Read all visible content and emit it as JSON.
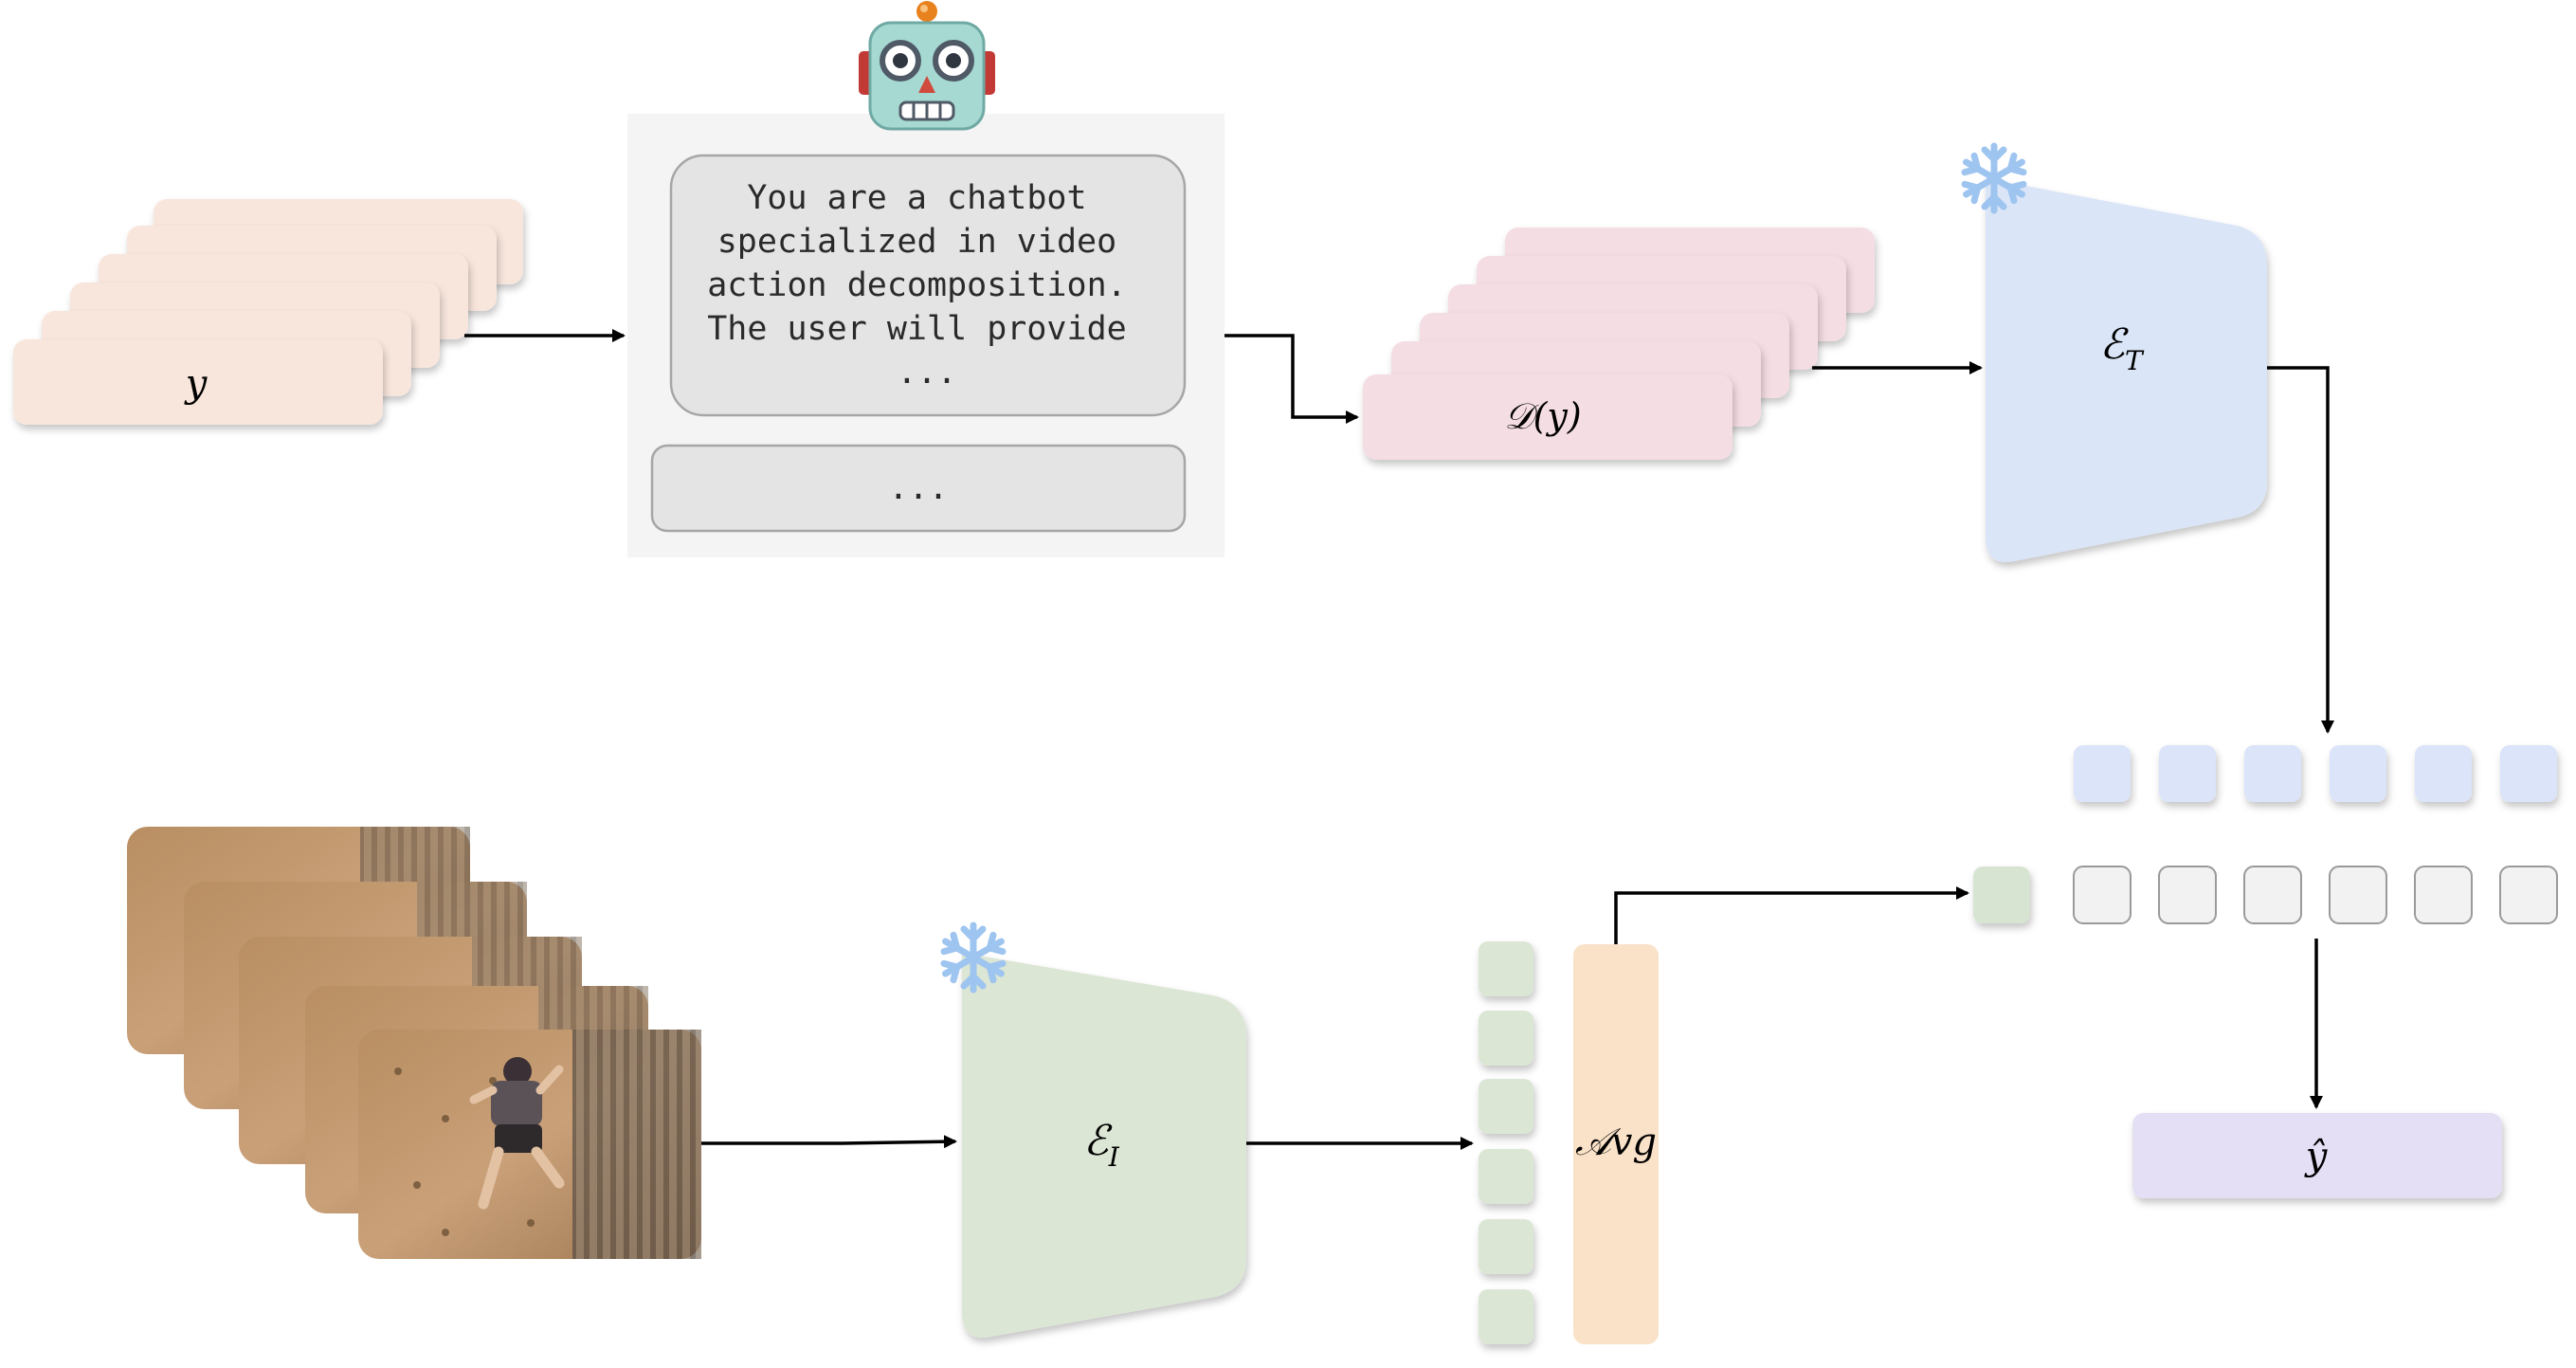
{
  "inputs": {
    "label_stack": "y",
    "descriptions_stack": "𝒟(y)",
    "prediction": "ŷ"
  },
  "prompt": {
    "lines": [
      "You are a chatbot",
      "specialized in video",
      "action decomposition.",
      "The user will provide",
      "..."
    ],
    "response_placeholder": "..."
  },
  "encoders": {
    "text_encoder": "ℰ",
    "text_encoder_sub": "T",
    "image_encoder": "ℰ",
    "image_encoder_sub": "I"
  },
  "pooling": {
    "label": "𝒜vg"
  },
  "icons": {
    "robot": "robot-icon",
    "frozen": "snowflake-icon"
  },
  "colors": {
    "label_stack": "#f8e6dc",
    "description_stack": "#f4dde3",
    "text_encoder": "#dae5f7",
    "image_encoder": "#dce6d5",
    "avg": "#f9e2c8",
    "text_tokens": "#dbe4f8",
    "video_token": "#d8e4d2",
    "empty_tokens": "#f2f2f2",
    "prediction": "#e5dff6",
    "prompt_panel": "#f4f4f4",
    "prompt_bubble": "#e4e4e4",
    "snowflake": "#9ec4f0",
    "arrow": "#000000"
  }
}
